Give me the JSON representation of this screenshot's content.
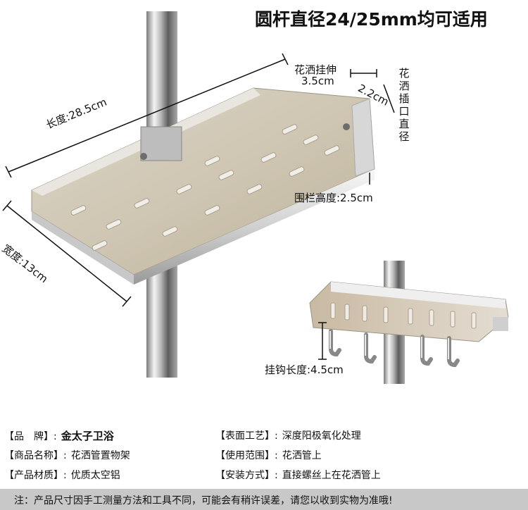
{
  "title": "圆杆直径24/25mm均可适用",
  "dims": {
    "length": "长度:28.5cm",
    "width": "宽度:13cm",
    "rail_height": "围栏高度:2.5cm",
    "shower_ext_line1": "花洒挂伸",
    "shower_ext_line2": "3.5cm",
    "socket_dia_value": "2.2cm",
    "socket_dia_label": "花洒插口直径",
    "hook_length": "挂钩长度:4.5cm"
  },
  "specs": [
    {
      "key": "【品　牌】:",
      "value": "金太子卫浴"
    },
    {
      "key": "【商品名称】:",
      "value": "花洒管置物架"
    },
    {
      "key": "【产品材质】:",
      "value": "优质太空铝"
    },
    {
      "key": "【表面工艺】:",
      "value": "深度阳极氧化处理"
    },
    {
      "key": "【使用范围】:",
      "value": "花洒管上"
    },
    {
      "key": "【安装方式】:",
      "value": "直接螺丝上在花洒管上"
    }
  ],
  "note": "注：产品尺寸因手工测量方法和工具不同，可能会有稍许误差，请您以收到实物为准哦!"
}
